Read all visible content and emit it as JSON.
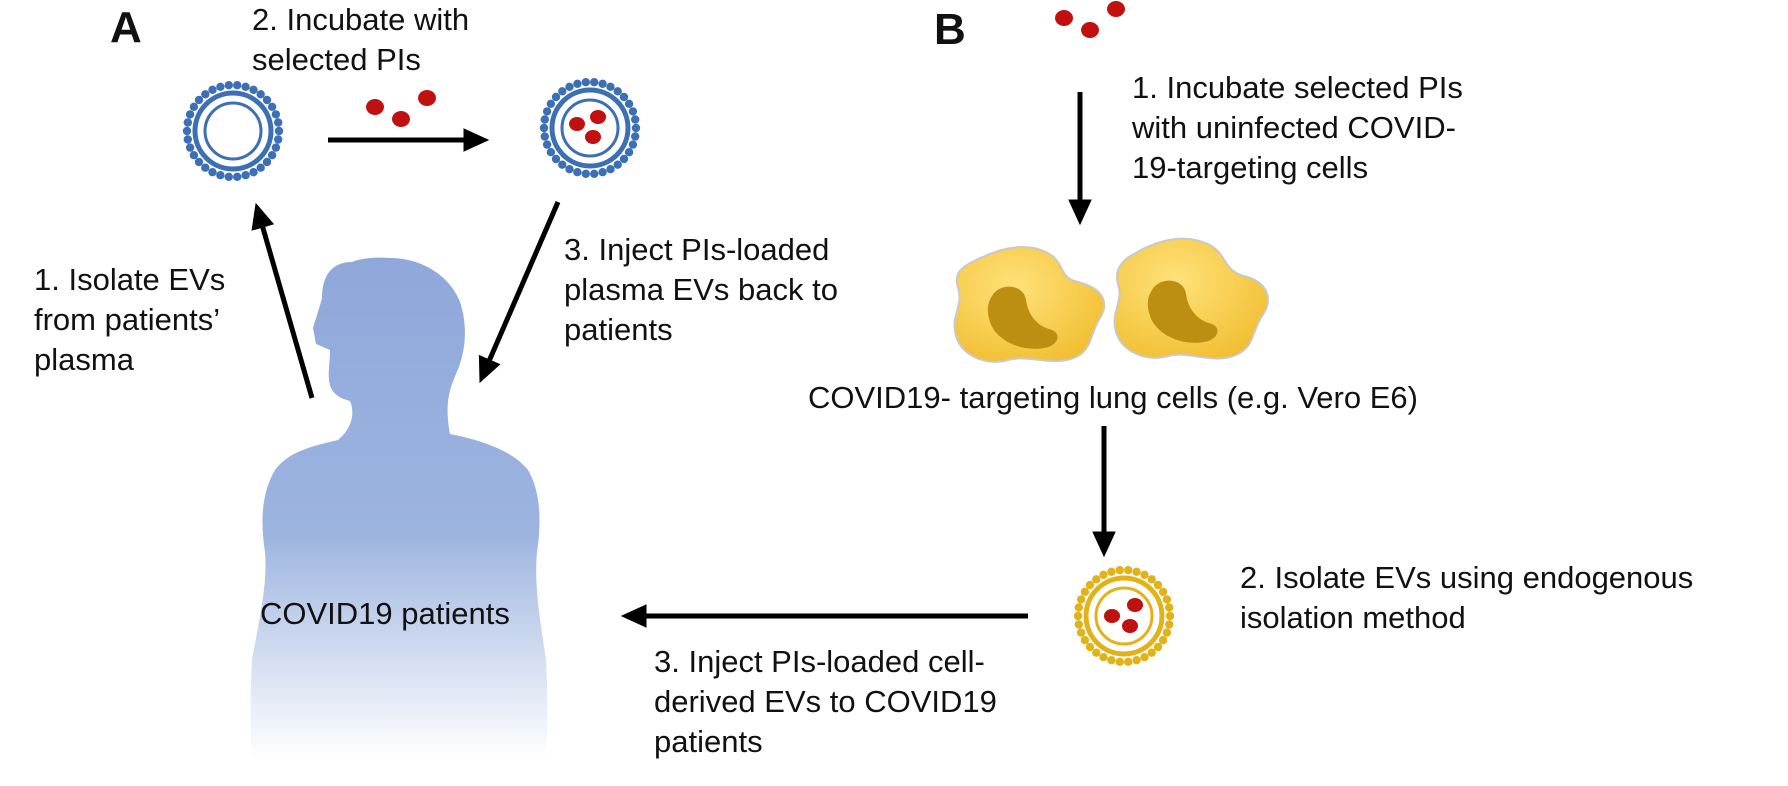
{
  "panel_a": {
    "letter": "A",
    "step1": [
      "1. Isolate EVs",
      "from patients’",
      "plasma"
    ],
    "step2": [
      "2. Incubate with",
      "selected PIs"
    ],
    "step3": [
      "3. Inject PIs-loaded",
      "plasma EVs back to",
      "patients"
    ],
    "patients_label": "COVID19 patients"
  },
  "panel_b": {
    "letter": "B",
    "step1": [
      "1. Incubate selected PIs",
      "with uninfected COVID-",
      "19-targeting cells"
    ],
    "cells_label": "COVID19- targeting lung cells (e.g. Vero E6)",
    "step2": [
      "2. Isolate EVs using endogenous",
      "isolation method"
    ],
    "step3": [
      "3. Inject PIs-loaded cell-",
      "derived EVs to COVID19",
      "patients"
    ]
  },
  "colors": {
    "plasma_ev": "#3d6fb5",
    "cell_ev": "#e2b21a",
    "drug": "#c01010",
    "human": "#93acdc",
    "cell": "#f5c842",
    "nucleus": "#bc8f12",
    "arrow": "#000000"
  },
  "icons": [
    "human-silhouette-icon",
    "plasma-ev-icon",
    "loaded-ev-icon",
    "cell-ev-icon",
    "lung-cell-icon",
    "drug-particles-icon"
  ]
}
